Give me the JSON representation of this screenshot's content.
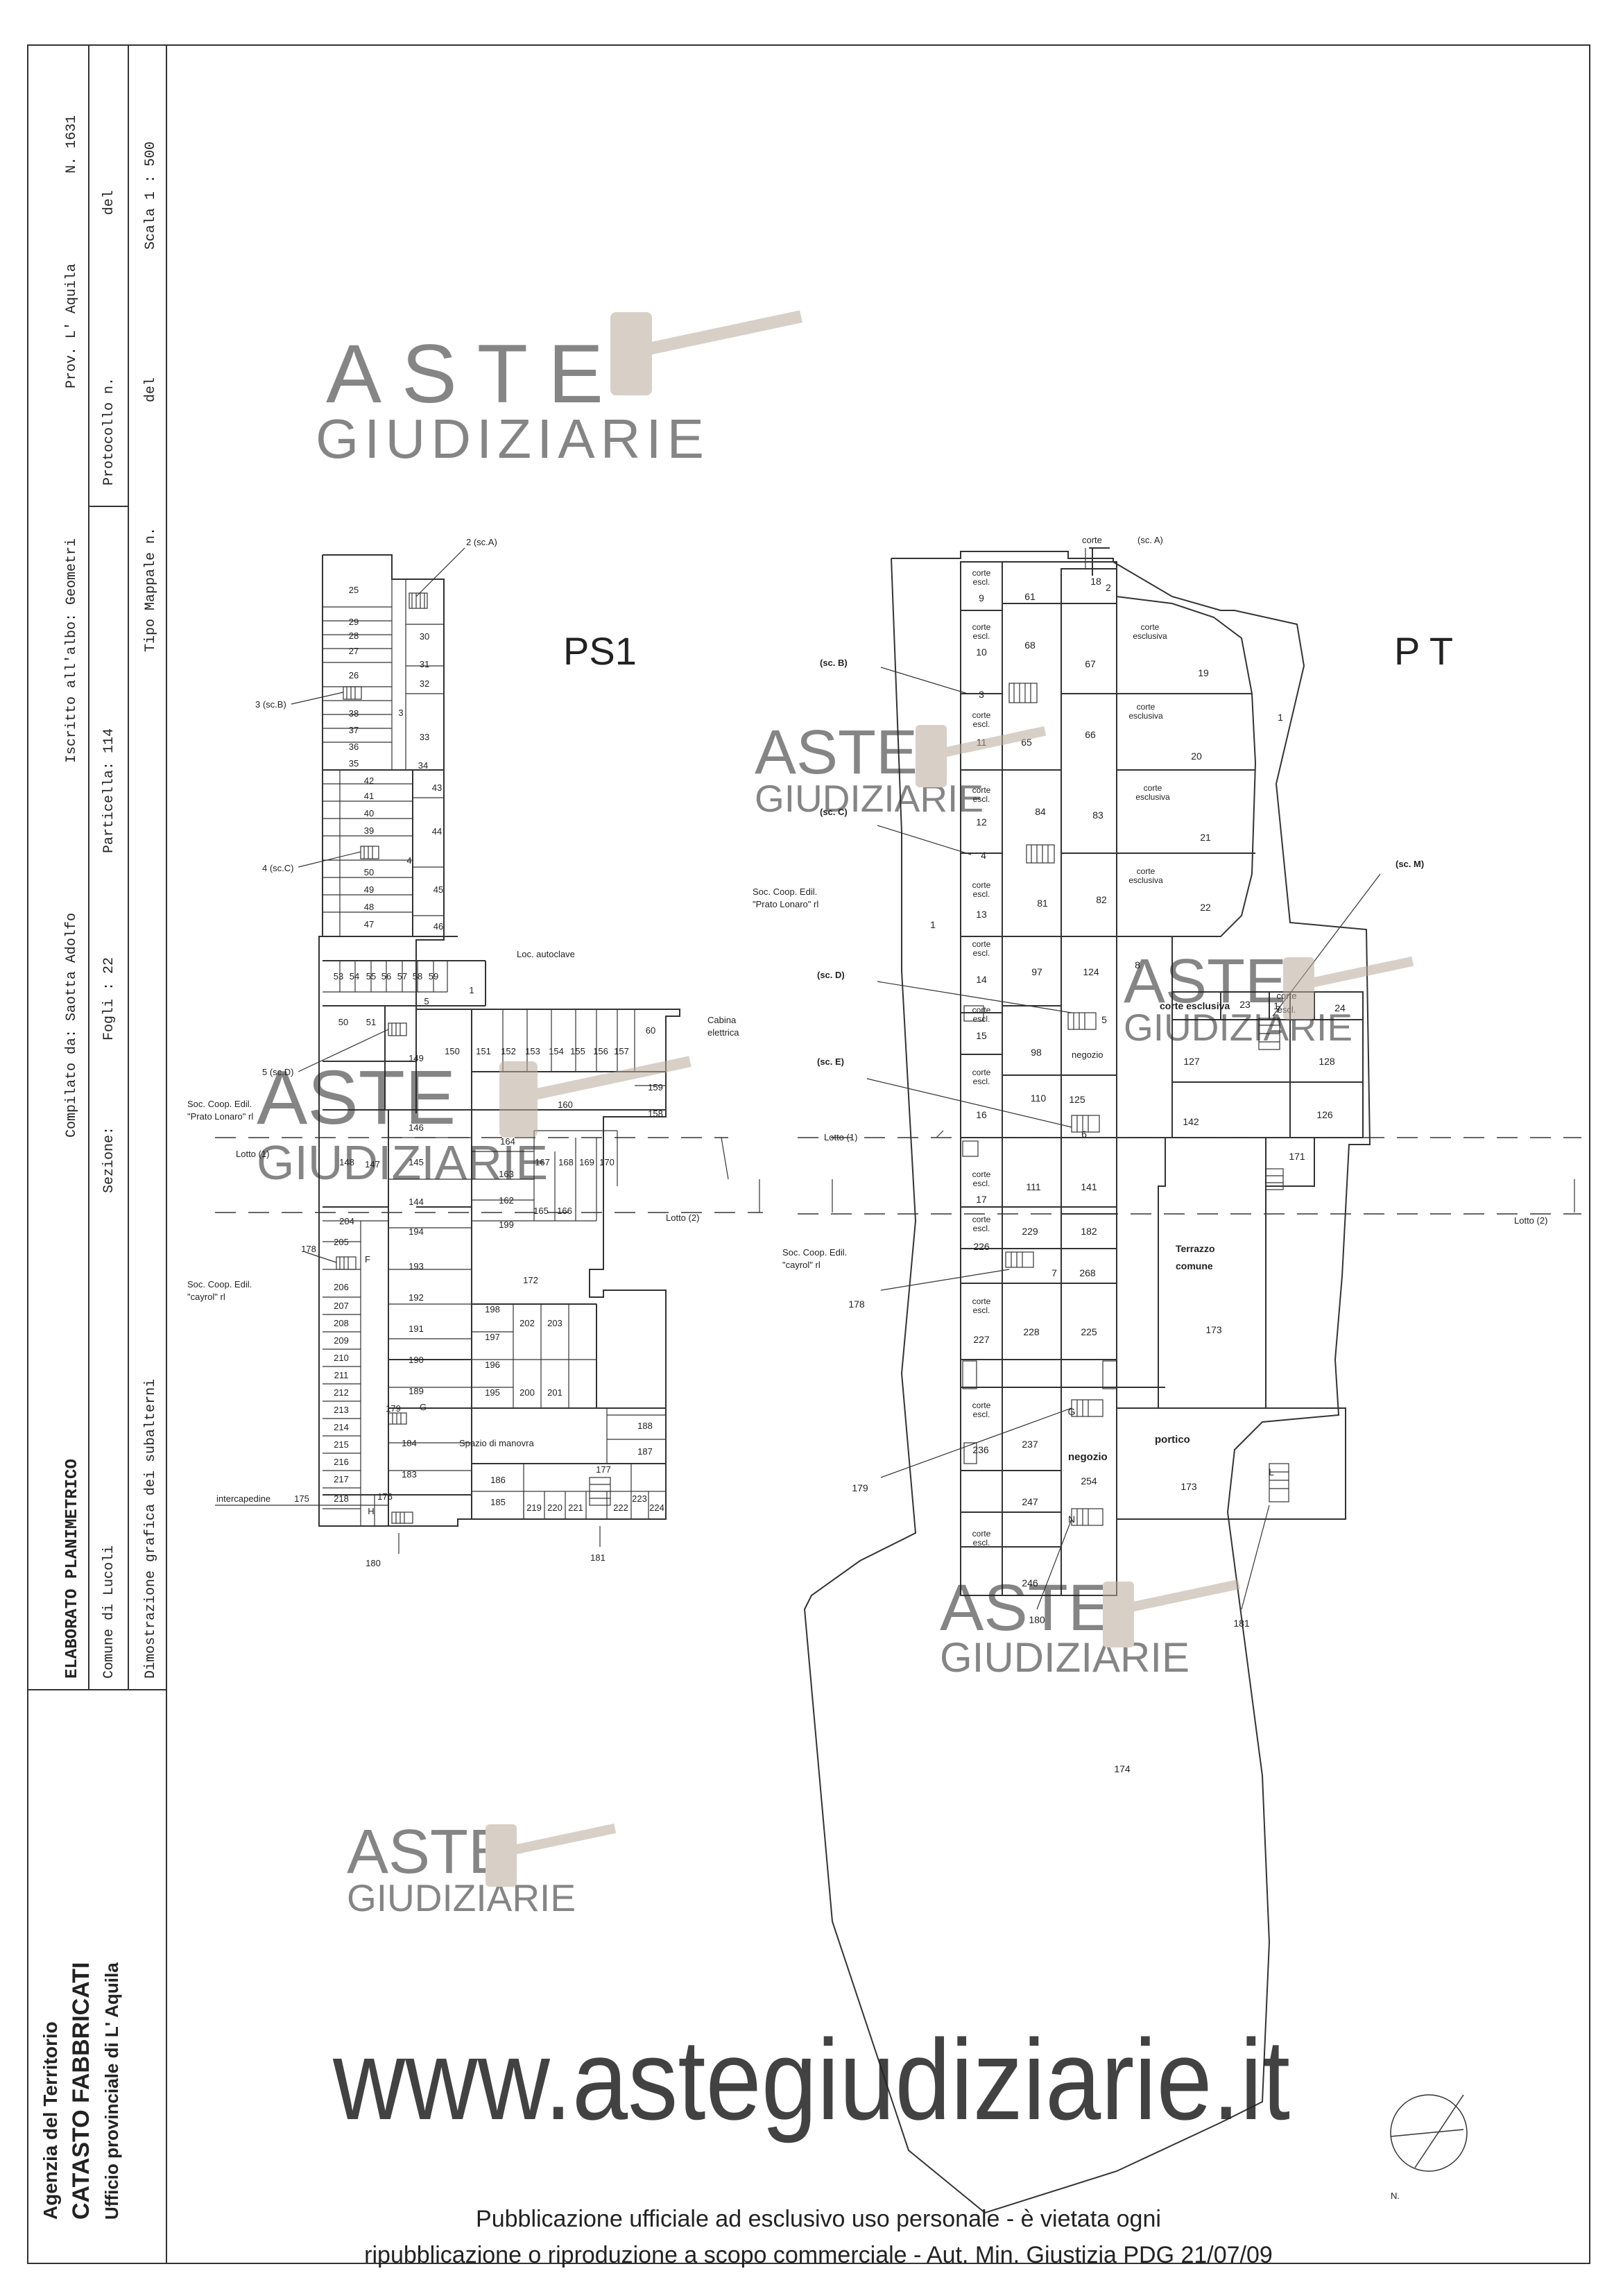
{
  "header": {
    "n": "N.  1631",
    "prov": "Prov. L' Aquila",
    "iscritto": "Iscritto all'albo: Geometri",
    "compilato": "Compilato da: Saotta Adolfo",
    "elaborato": "ELABORATO  PLANIMETRICO",
    "del1": "del",
    "protocollo": "Protocollo n.",
    "particella": "Particella: 114",
    "fogli": "Fogli : 22",
    "sezione": "Sezione:",
    "comune": "Comune di Lucoli",
    "scala": "Scala 1 : 500",
    "del2": "del",
    "tipo_mappale": "Tipo Mappale n.",
    "dimostrazione": "Dimostrazione grafica dei subalterni"
  },
  "agency": {
    "line1": "Agenzia del Territorio",
    "line2": "CATASTO FABBRICATI",
    "line3": "Ufficio provinciale di  L' Aquila"
  },
  "plans": {
    "ps1_title": "PS1",
    "pt_title": "P T"
  },
  "labels": {
    "corte_top": "corte",
    "sc_a_top": "(sc. A)",
    "sc_a_ps1": "2 (sc.A)",
    "sc_b_ps1": "3 (sc.B)",
    "sc_c_ps1": "4 (sc.C)",
    "sc_d_ps1": "5 (sc.D)",
    "sc_b": "(sc. B)",
    "sc_c": "(sc. C)",
    "sc_d": "(sc. D)",
    "sc_e": "(sc. E)",
    "sc_m": "(sc. M)",
    "loc_autoclave": "Loc. autoclave",
    "cabina1": "Cabina",
    "cabina2": "elettrica",
    "soc_prato_1": "Soc. Coop. Edil.",
    "soc_prato_2": "\"Prato Lonaro\" rl",
    "soc_prato_pt_1": "Soc. Coop. Edil.",
    "soc_prato_pt_2": "\"Prato Lonaro\" rl",
    "soc_cayrol_1": "Soc. Coop. Edil.",
    "soc_cayrol_2": "\"cayrol\" rl",
    "soc_cayrol_pt_1": "Soc. Coop. Edil.",
    "soc_cayrol_pt_2": "\"cayrol\" rl",
    "lotto1": "Lotto (1)",
    "lotto2": "Lotto (2)",
    "lotto1_pt": "Lotto (1)",
    "lotto2_pt": "Lotto (2)",
    "spazio_manovra": "Spazio di manovra",
    "intercapedine": "intercapedine",
    "terrazzo1": "Terrazzo",
    "terrazzo2": "comune",
    "portico": "portico",
    "negozio": "negozio",
    "negozio2": "negozio",
    "corte_esclusiva": "corte esclusiva",
    "corte_escl": "corte",
    "corte_escl2": "escl.",
    "north": "N."
  },
  "footer": {
    "line1": "Pubblicazione ufficiale ad esclusivo uso personale - è vietata ogni",
    "line2": "ripubblicazione o riproduzione a scopo commerciale - Aut. Min. Giustizia PDG 21/07/09"
  },
  "watermark": {
    "aste": "ASTE",
    "giudiziarie": "GIUDIZIARIE",
    "url": "www.astegiudiziarie.it"
  },
  "colors": {
    "line": "#333333",
    "watermark_blue": "#8fa9cc",
    "watermark_gray": "#c8c8c8",
    "gavel": "#b9a89a"
  }
}
